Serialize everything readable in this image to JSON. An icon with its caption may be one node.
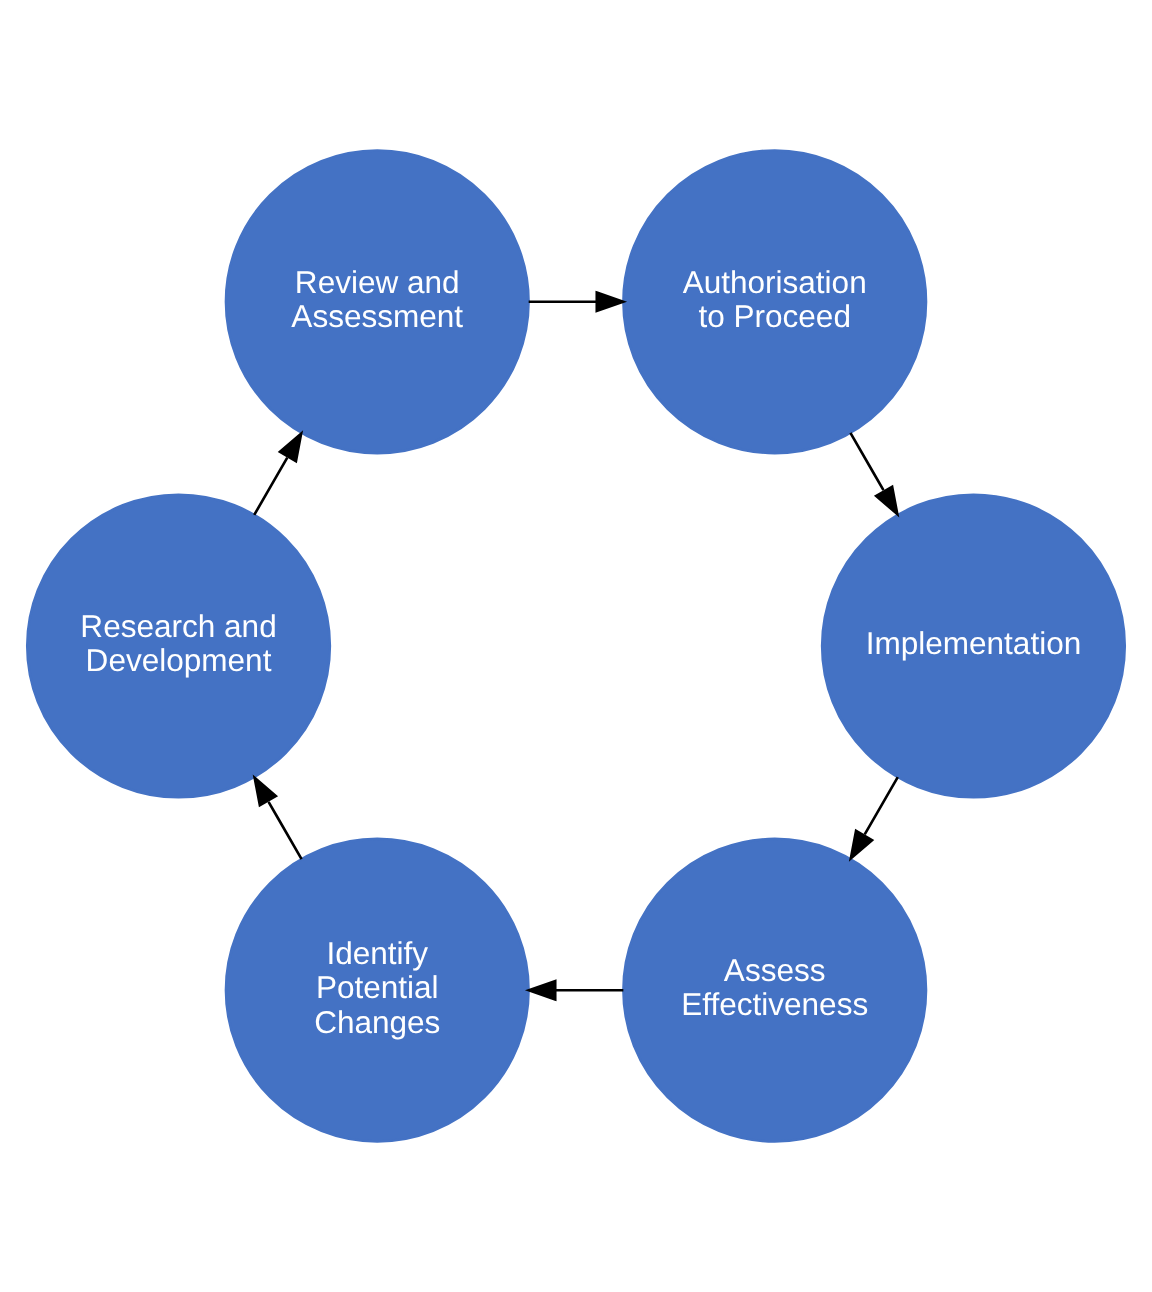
{
  "diagram": {
    "nodes": [
      {
        "text": [
          "Assess Effectiveness"
        ]
      },
      {
        "text": [
          "Identify Potential Changes"
        ]
      },
      {
        "text": [
          "Research and Development"
        ]
      },
      {
        "text": [
          "Review and Assessment"
        ]
      },
      {
        "text": [
          "Authorisation to Proceed"
        ]
      },
      {
        "text": [
          "Implementation"
        ]
      }
    ],
    "edges": [
      {
        "from": 0,
        "to": 1,
        "arrow": "to"
      },
      {
        "from": 1,
        "to": 2,
        "arrow": "to"
      },
      {
        "from": 2,
        "to": 3,
        "arrow": "to"
      },
      {
        "from": 3,
        "to": 4,
        "arrow": "to"
      },
      {
        "from": 4,
        "to": 5,
        "arrow": "to"
      },
      {
        "from": 5,
        "to": 0,
        "arrow": "to"
      }
    ]
  }
}
